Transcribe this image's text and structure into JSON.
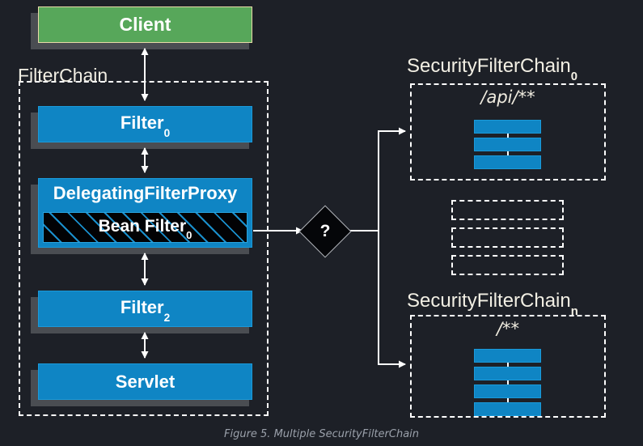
{
  "figure": {
    "caption": "Figure 5. Multiple SecurityFilterChain",
    "background_color": "#1d2027",
    "accent_blue": "#0f85c4",
    "accent_green": "#57a75a",
    "line_color": "#ffffff"
  },
  "client": {
    "label": "Client"
  },
  "filter_chain": {
    "group_label": "FilterChain",
    "nodes": [
      {
        "label": "Filter",
        "subscript": "0"
      },
      {
        "label": "DelegatingFilterProxy",
        "subscript": ""
      },
      {
        "label": "Filter",
        "subscript": "2"
      },
      {
        "label": "Servlet",
        "subscript": ""
      }
    ],
    "bean_filter": {
      "label": "Bean Filter",
      "subscript": "0"
    }
  },
  "decision": {
    "label": "?"
  },
  "security_chains": [
    {
      "title": "SecurityFilterChain",
      "subscript": "0",
      "pattern": "/api/**",
      "filter_count": 3
    },
    {
      "title": "SecurityFilterChain",
      "subscript": "n",
      "pattern": "/**",
      "filter_count": 4
    }
  ],
  "placeholders": {
    "count": 3
  }
}
